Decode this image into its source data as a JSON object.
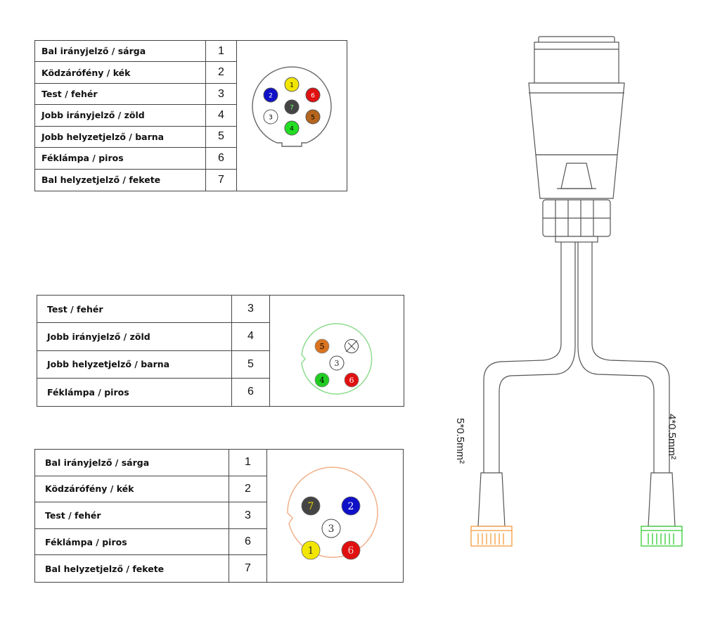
{
  "table1": {
    "rows": [
      {
        "label": "Bal irányjelző / sárga",
        "num": "1"
      },
      {
        "label": "Ködzárófény / kék",
        "num": "2"
      },
      {
        "label": "Test / fehér",
        "num": "3"
      },
      {
        "label": "Jobb irányjelző / zöld",
        "num": "4"
      },
      {
        "label": "Jobb helyzetjelző / barna",
        "num": "5"
      },
      {
        "label": "Féklámpa / piros",
        "num": "6"
      },
      {
        "label": "Bal helyzetjelző / fekete",
        "num": "7"
      }
    ],
    "pins": [
      {
        "label": "1",
        "color": "#f2e600"
      },
      {
        "label": "2",
        "color": "#1010c8"
      },
      {
        "label": "3",
        "color": "#ffffff"
      },
      {
        "label": "4",
        "color": "#22dd22"
      },
      {
        "label": "5",
        "color": "#b5651d"
      },
      {
        "label": "6",
        "color": "#e01010"
      },
      {
        "label": "7",
        "color": "#444444"
      }
    ]
  },
  "table2": {
    "rows": [
      {
        "label": "Test / fehér",
        "num": "3"
      },
      {
        "label": "Jobb irányjelző / zöld",
        "num": "4"
      },
      {
        "label": "Jobb helyzetjelző / barna",
        "num": "5"
      },
      {
        "label": "Féklámpa / piros",
        "num": "6"
      }
    ],
    "outline_color": "#8fdc8f",
    "pins": [
      {
        "label": "5",
        "color": "#d9731f"
      },
      {
        "label": "3",
        "color": "#ffffff"
      },
      {
        "label": "4",
        "color": "#22cc22"
      },
      {
        "label": "6",
        "color": "#e01010"
      }
    ]
  },
  "table3": {
    "rows": [
      {
        "label": "Bal irányjelző / sárga",
        "num": "1"
      },
      {
        "label": "Ködzárófény / kék",
        "num": "2"
      },
      {
        "label": "Test / fehér",
        "num": "3"
      },
      {
        "label": "Féklámpa / piros",
        "num": "6"
      },
      {
        "label": "Bal helyzetjelző / fekete",
        "num": "7"
      }
    ],
    "outline_color": "#f0b08a",
    "pins": [
      {
        "label": "7",
        "color": "#444444"
      },
      {
        "label": "2",
        "color": "#1010c8"
      },
      {
        "label": "3",
        "color": "#ffffff"
      },
      {
        "label": "1",
        "color": "#f2e600"
      },
      {
        "label": "6",
        "color": "#e01010"
      }
    ]
  },
  "cable": {
    "left_gauge": "5*0.5mm²",
    "right_gauge": "4*0.5mm²",
    "left_plug_color": "#f39a3a",
    "right_plug_color": "#33cc33"
  }
}
